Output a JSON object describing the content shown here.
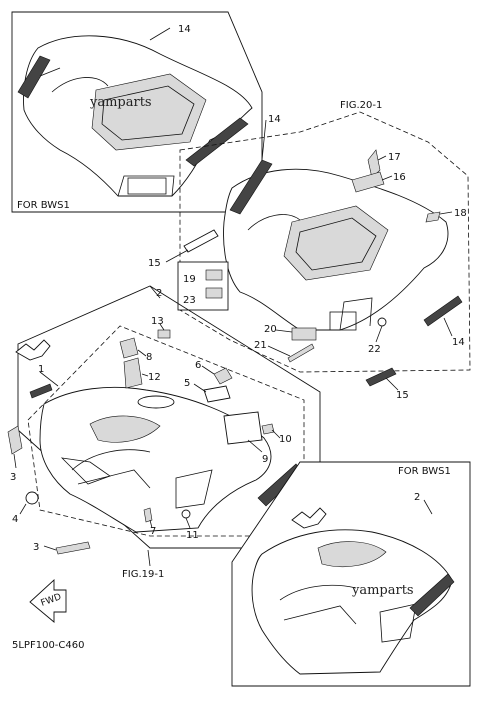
{
  "labels": {
    "l14_top": "14",
    "for_bws1_top": "FOR BWS1",
    "fig201": "FIG.20-1",
    "l14_mid": "14",
    "l17": "17",
    "l16": "16",
    "l18": "18",
    "l15_left": "15",
    "l19": "19",
    "l23": "23",
    "l20": "20",
    "l21": "21",
    "l22": "22",
    "l14_right": "14",
    "l15_right": "15",
    "l2": "2",
    "l13": "13",
    "l8": "8",
    "l12": "12",
    "l6": "6",
    "l5": "5",
    "l1": "1",
    "l10": "10",
    "l9": "9",
    "l3_top": "3",
    "l4": "4",
    "l7": "7",
    "l11": "11",
    "l3_bottom": "3",
    "fig191": "FIG.19-1",
    "for_bws1_bottom": "FOR BWS1",
    "l2_bottom": "2",
    "fwd": "FWD",
    "catalog_code": "5LPF100-C460"
  },
  "watermarks": {
    "top": "yamparts",
    "bottom": "yamparts"
  },
  "icons": {
    "fwd_arrow": "fwd-arrow-icon"
  }
}
